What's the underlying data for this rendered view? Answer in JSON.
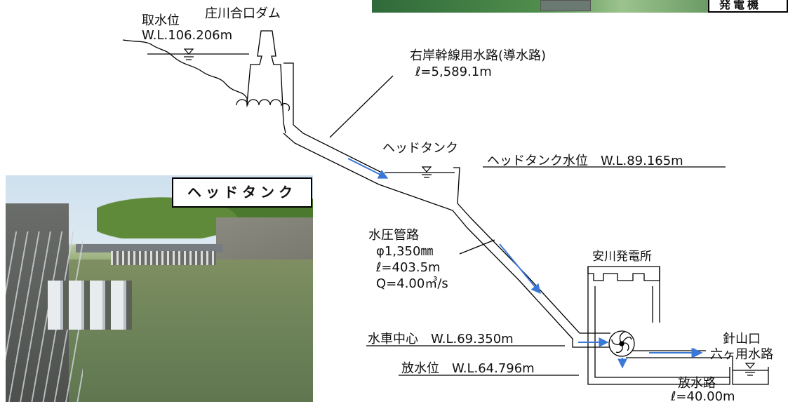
{
  "photos": {
    "generator_label": "発電機",
    "headtank_label": "ヘッドタンク"
  },
  "labels": {
    "intake_level_title": "取水位",
    "intake_level_value": "W.L.106.206m",
    "dam_name": "庄川合口ダム",
    "canal_name": "右岸幹線用水路(導水路)",
    "canal_length": "ℓ=5,589.1m",
    "headtank_name": "ヘッドタンク",
    "headtank_level": "ヘッドタンク水位　W.L.89.165m",
    "penstock_title": "水圧管路",
    "penstock_diameter": "φ1,350㎜",
    "penstock_length": "ℓ=403.5m",
    "penstock_flow": "Q=4.00㎥/s",
    "station_name": "安川発電所",
    "turbine_center": "水車中心　W.L.69.350m",
    "discharge_level": "放水位　W.L.64.796m",
    "outlet_name_1": "針山口",
    "outlet_name_2": "六ヶ用水路",
    "tailrace_name": "放水路",
    "tailrace_length": "ℓ=40.00m"
  },
  "colors": {
    "line": "#000000",
    "flow_arrow": "#3a78d8"
  },
  "icons": [
    "water-level-icon",
    "turbine-icon",
    "flow-arrow-icon"
  ]
}
